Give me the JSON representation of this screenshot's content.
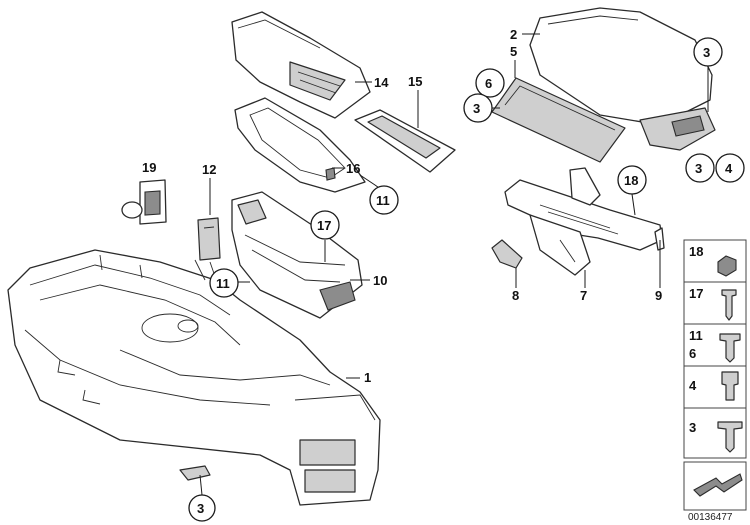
{
  "callouts": {
    "c1": "1",
    "c2": "2",
    "c3a": "3",
    "c3b": "3",
    "c3c": "3",
    "c3d": "3",
    "c4": "4",
    "c5": "5",
    "c6": "6",
    "c7": "7",
    "c8": "8",
    "c9": "9",
    "c10": "10",
    "c11a": "11",
    "c11b": "11",
    "c12": "12",
    "c14": "14",
    "c15": "15",
    "c16": "16",
    "c17": "17",
    "c18": "18",
    "c19": "19"
  },
  "legend": {
    "items": [
      "18",
      "17",
      "11",
      "6",
      "4",
      "3"
    ]
  },
  "reference_number": "00136477",
  "colors": {
    "line": "#2b2b2b",
    "shade": "#cfcfcf",
    "dark": "#8c8c8c"
  }
}
